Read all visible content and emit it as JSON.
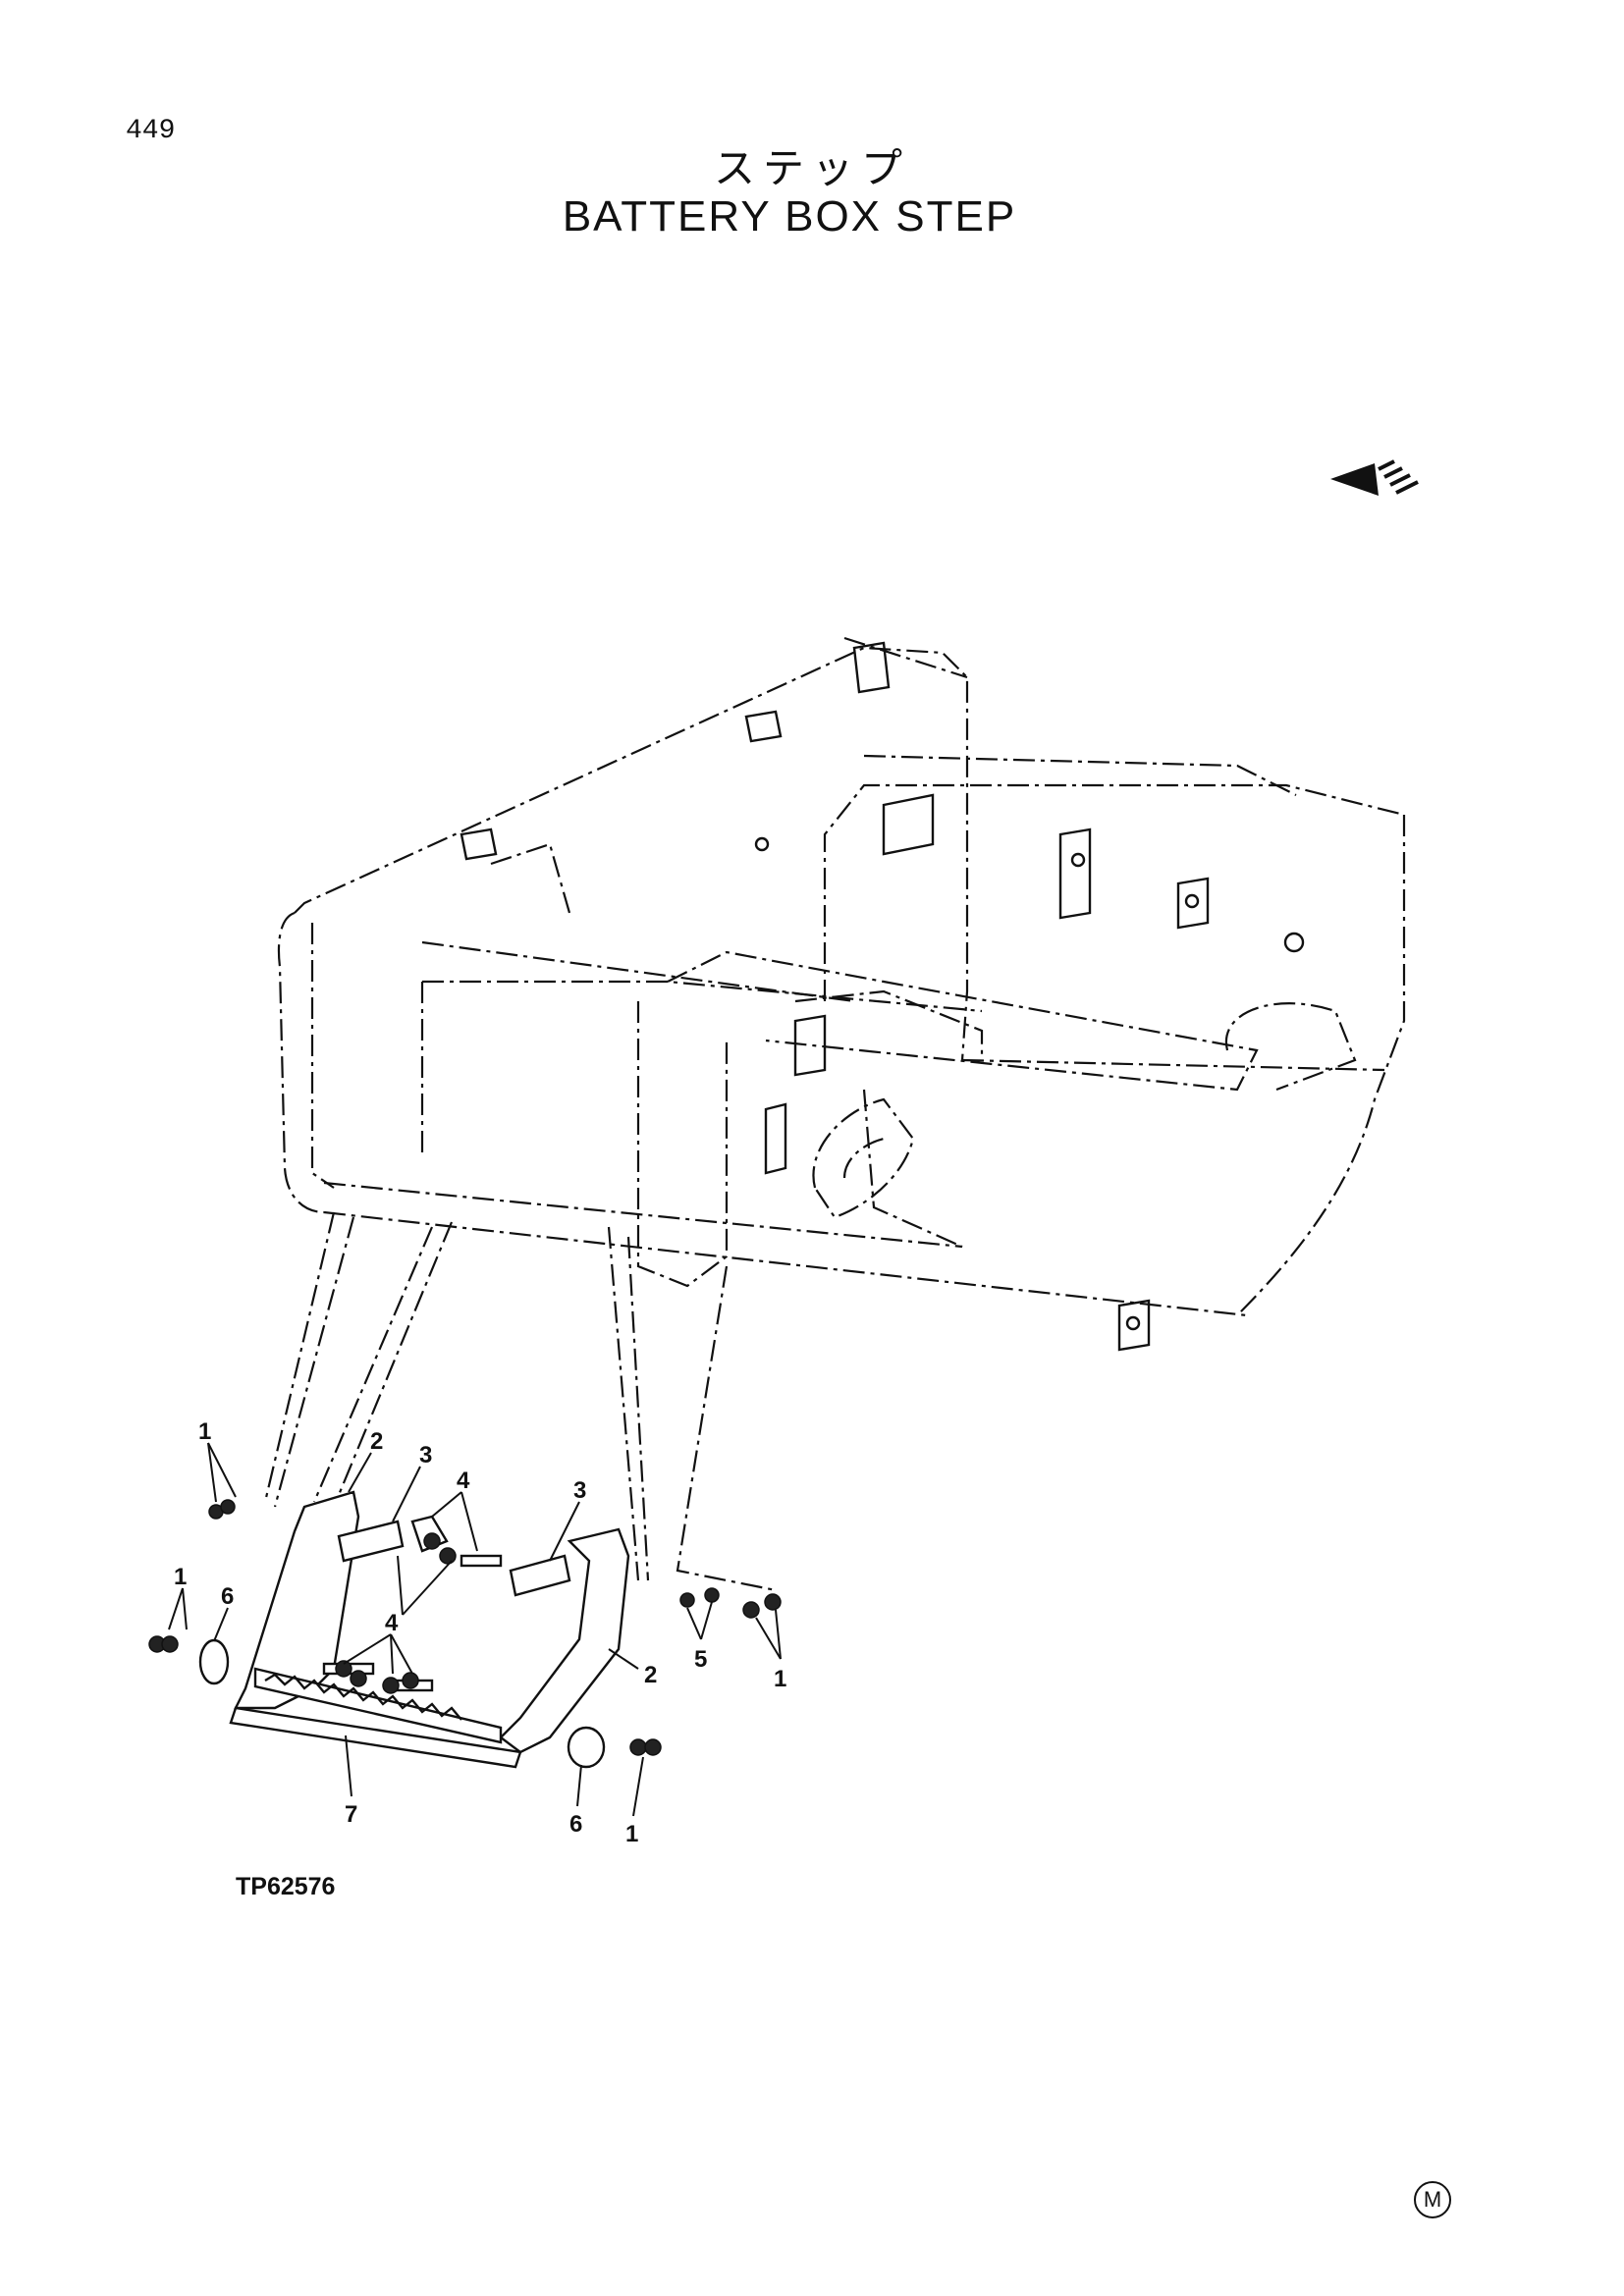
{
  "page": {
    "number": "449"
  },
  "title": {
    "japanese": "ステップ",
    "english": "BATTERY BOX STEP"
  },
  "figure": {
    "code": "TP62576",
    "mark": "M"
  },
  "callouts": [
    {
      "id": "c1",
      "label": "1"
    },
    {
      "id": "c2",
      "label": "2"
    },
    {
      "id": "c3",
      "label": "3"
    },
    {
      "id": "c4",
      "label": "4"
    },
    {
      "id": "c5",
      "label": "3"
    },
    {
      "id": "c6",
      "label": "1"
    },
    {
      "id": "c7",
      "label": "6"
    },
    {
      "id": "c8",
      "label": "4"
    },
    {
      "id": "c9",
      "label": "2"
    },
    {
      "id": "c10",
      "label": "5"
    },
    {
      "id": "c11",
      "label": "1"
    },
    {
      "id": "c12",
      "label": "7"
    },
    {
      "id": "c13",
      "label": "6"
    },
    {
      "id": "c14",
      "label": "1"
    }
  ],
  "colors": {
    "ink": "#111111",
    "paper": "#ffffff"
  }
}
